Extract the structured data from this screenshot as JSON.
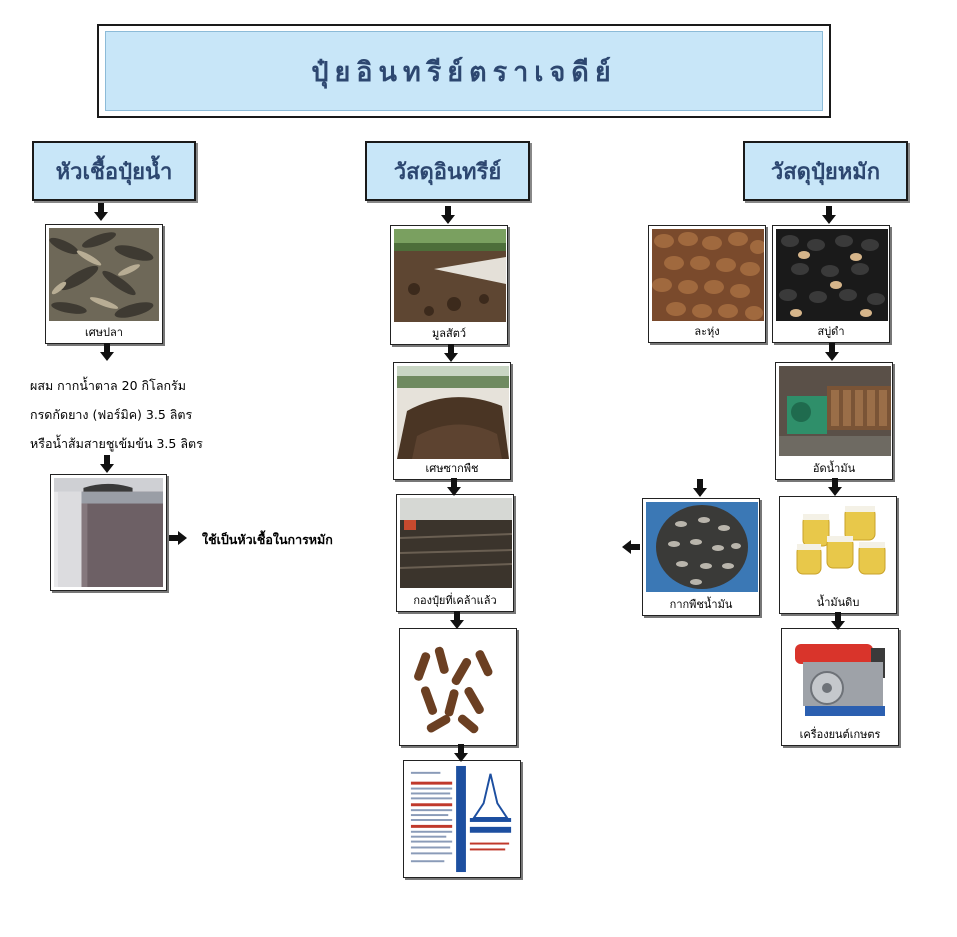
{
  "title": "ปุ๋ยอินทรีย์ตราเจดีย์",
  "columns": {
    "left": {
      "heading": "หัวเชื้อปุ๋ยน้ำ",
      "fish_caption": "เศษปลา",
      "mix_lines": [
        "ผสม กากน้ำตาล 20 กิโลกรัม",
        "กรดกัดยาง (ฟอร์มิค) 3.5 ลิตร",
        "หรือน้ำส้มสายชูเข้มข้น 3.5 ลิตร"
      ],
      "use_text": "ใช้เป็นหัวเชื้อในการหมัก"
    },
    "middle": {
      "heading": "วัสดุอินทรีย์",
      "captions": [
        "มูลสัตว์",
        "เศษซากพืช",
        "กองปุ๋ยที่เคล้าแล้ว"
      ]
    },
    "right": {
      "heading": "วัสดุปุ๋ยหมัก",
      "captions": [
        "ละหุ่ง",
        "สบู่ดำ",
        "อัดน้ำมัน",
        "กากพืชน้ำมัน",
        "น้ำมันดิบ",
        "เครื่องยนต์เกษตร"
      ]
    }
  },
  "colors": {
    "heading_bg": "#c8e6f8",
    "heading_text": "#2d4770"
  },
  "icons": [
    "arrow-down-icon",
    "arrow-right-icon",
    "arrow-left-icon"
  ]
}
